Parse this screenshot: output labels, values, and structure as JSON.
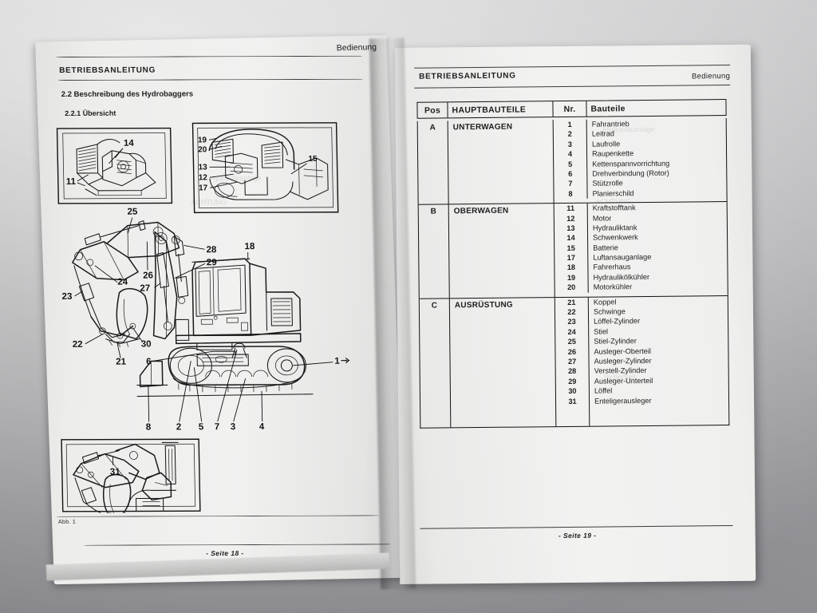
{
  "document": {
    "left_page": {
      "header_title": "BETRIEBSANLEITUNG",
      "header_right": "Bedienung",
      "heading_1": "2.2 Beschreibung des Hydrobaggers",
      "heading_2": "2.2.1 Übersicht",
      "figure_caption": "Abb. 1",
      "footer": "- Seite 18 -"
    },
    "right_page": {
      "header_title": "BETRIEBSANLEITUNG",
      "header_right": "Bedienung",
      "footer": "- Seite 19 -"
    }
  },
  "table": {
    "columns": [
      "Pos",
      "HAUPTBAUTEILE",
      "Nr.",
      "Bauteile"
    ],
    "groups": [
      {
        "pos": "A",
        "main_assembly": "UNTERWAGEN",
        "rows": [
          {
            "nr": "1",
            "part": "Fahrantrieb"
          },
          {
            "nr": "2",
            "part": "Leitrad"
          },
          {
            "nr": "3",
            "part": "Laufrolle"
          },
          {
            "nr": "4",
            "part": "Raupenkette"
          },
          {
            "nr": "5",
            "part": "Kettenspannvorrichtung"
          },
          {
            "nr": "6",
            "part": "Drehverbindung (Rotor)"
          },
          {
            "nr": "7",
            "part": "Stützrolle"
          },
          {
            "nr": "8",
            "part": "Planierschild"
          }
        ]
      },
      {
        "pos": "B",
        "main_assembly": "OBERWAGEN",
        "rows": [
          {
            "nr": "11",
            "part": "Kraftstofftank"
          },
          {
            "nr": "12",
            "part": "Motor"
          },
          {
            "nr": "13",
            "part": "Hydrauliktank"
          },
          {
            "nr": "14",
            "part": "Schwenkwerk"
          },
          {
            "nr": "15",
            "part": "Batterie"
          },
          {
            "nr": "17",
            "part": "Luftansauganlage"
          },
          {
            "nr": "18",
            "part": "Fahrerhaus"
          },
          {
            "nr": "19",
            "part": "Hydraulikölkühler"
          },
          {
            "nr": "20",
            "part": "Motorkühler"
          }
        ]
      },
      {
        "pos": "C",
        "main_assembly": "AUSRÜSTUNG",
        "rows": [
          {
            "nr": "21",
            "part": "Koppel"
          },
          {
            "nr": "22",
            "part": "Schwinge"
          },
          {
            "nr": "23",
            "part": "Löffel-Zylinder"
          },
          {
            "nr": "24",
            "part": "Stiel"
          },
          {
            "nr": "25",
            "part": "Stiel-Zylinder"
          },
          {
            "nr": "26",
            "part": "Ausleger-Oberteil"
          },
          {
            "nr": "27",
            "part": "Ausleger-Zylinder"
          },
          {
            "nr": "28",
            "part": "Verstell-Zylinder"
          },
          {
            "nr": "29",
            "part": "Ausleger-Unterteil"
          },
          {
            "nr": "30",
            "part": "Löffel"
          },
          {
            "nr": "31",
            "part": "Enteligerausleger"
          }
        ]
      }
    ]
  },
  "figure": {
    "callouts_inset_left": [
      "11",
      "14"
    ],
    "callouts_inset_right": [
      "19",
      "20",
      "13",
      "12",
      "17",
      "15"
    ],
    "callouts_main_upper": [
      "25",
      "26",
      "28",
      "29",
      "24",
      "23",
      "27",
      "22",
      "30",
      "21",
      "18",
      "6",
      "1"
    ],
    "callouts_main_lower": [
      "8",
      "2",
      "5",
      "7",
      "3",
      "4"
    ],
    "callouts_inset_bottom": [
      "31"
    ],
    "c1": "1",
    "c2": "2",
    "c3": "3",
    "c4": "4",
    "c5": "5",
    "c6": "6",
    "c7": "7",
    "c8": "8",
    "c11": "11",
    "c12": "12",
    "c13": "13",
    "c14": "14",
    "c15": "15",
    "c17": "17",
    "c18": "18",
    "c19": "19",
    "c20": "20",
    "c21": "21",
    "c22": "22",
    "c23": "23",
    "c24": "24",
    "c25": "25",
    "c26": "26",
    "c27": "27",
    "c28": "28",
    "c29": "29",
    "c30": "30",
    "c31": "31"
  },
  "colors": {
    "ink": "#1a1a1a",
    "paper": "#f1f1f0",
    "surface": "#c2c2c4"
  }
}
